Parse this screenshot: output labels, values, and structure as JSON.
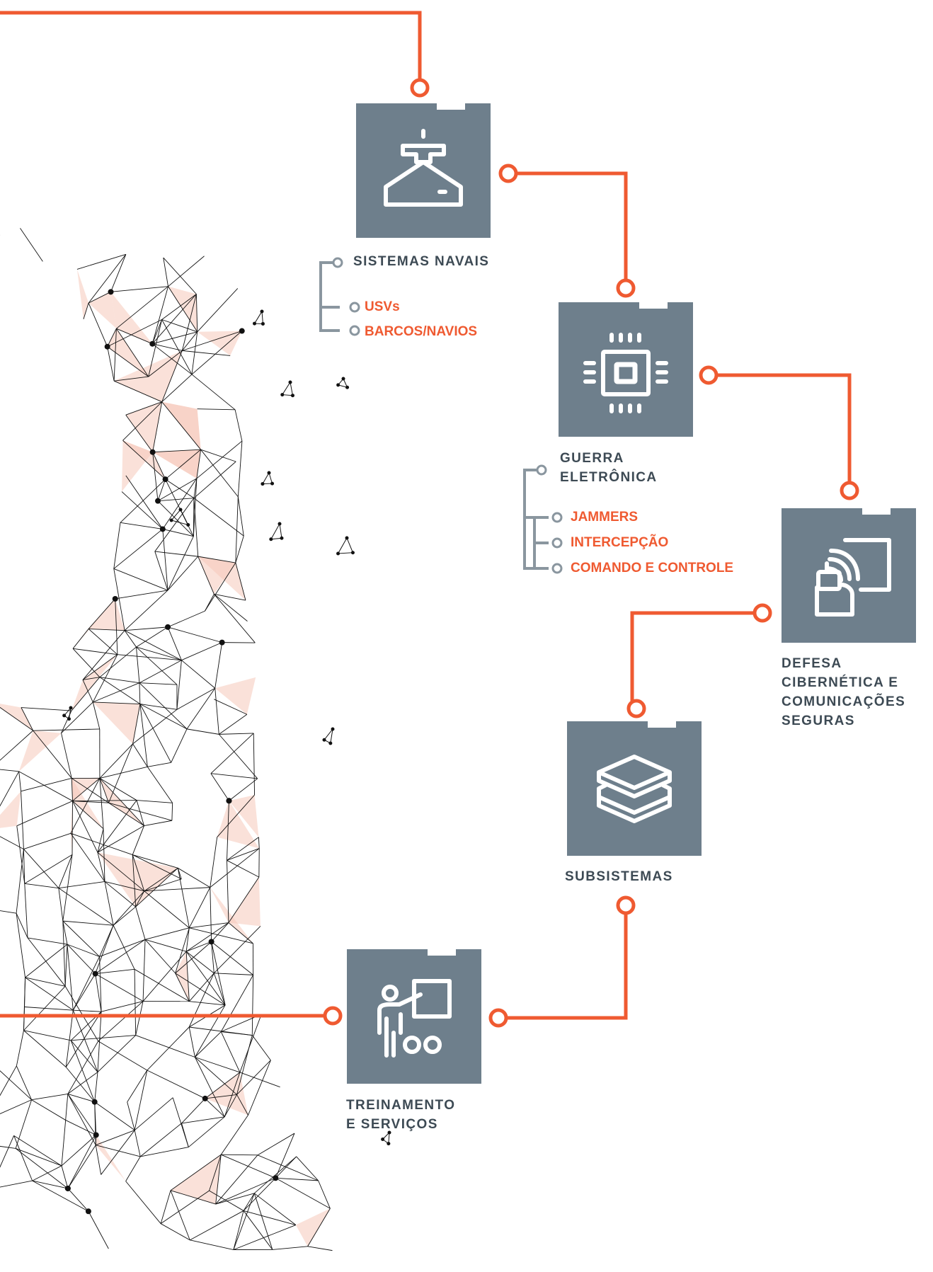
{
  "colors": {
    "accent": "#ef5a31",
    "box": "#6e7f8c",
    "heading": "#3d4a54",
    "tree": "#8a969f",
    "mesh": "#111111",
    "mesh_fill": "#f6c8b9"
  },
  "nodes": {
    "naval": {
      "icon": "ship-icon",
      "title": "SISTEMAS NAVAIS",
      "items": [
        "USVs",
        "BARCOS/NAVIOS"
      ]
    },
    "electronic_warfare": {
      "icon": "chip-icon",
      "title_line1": "GUERRA",
      "title_line2": "ELETRÔNICA",
      "items": [
        "JAMMERS",
        "INTERCEPÇÃO",
        "COMANDO E CONTROLE"
      ]
    },
    "cyber": {
      "icon": "cyber-device-icon",
      "title_line1": "DEFESA",
      "title_line2": "CIBERNÉTICA E",
      "title_line3": "COMUNICAÇÕES",
      "title_line4": "SEGURAS"
    },
    "subsystems": {
      "icon": "layers-icon",
      "title": "SUBSISTEMAS"
    },
    "training": {
      "icon": "instructor-icon",
      "title_line1": "TREINAMENTO",
      "title_line2": "E SERVIÇOS"
    }
  }
}
